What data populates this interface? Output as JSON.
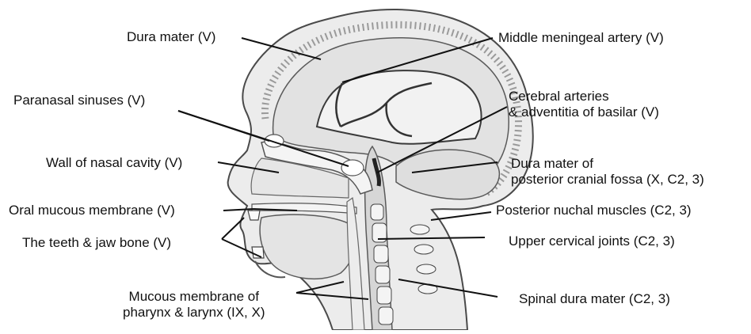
{
  "labels": {
    "dura_mater": "Dura mater (V)",
    "middle_meningeal_artery": "Middle meningeal artery (V)",
    "paranasal_sinuses": "Paranasal sinuses (V)",
    "cerebral_arteries_line1": "Cerebral arteries",
    "cerebral_arteries_line2": "& adventitia of basilar (V)",
    "wall_nasal_cavity": "Wall of nasal cavity (V)",
    "dura_posterior_line1": "Dura mater of",
    "dura_posterior_line2": "posterior cranial fossa (X, C2, 3)",
    "oral_mucous_membrane": "Oral mucous membrane (V)",
    "posterior_nuchal_muscles": "Posterior nuchal muscles (C2, 3)",
    "teeth_jaw_bone": "The teeth & jaw bone (V)",
    "upper_cervical_joints": "Upper cervical joints (C2, 3)",
    "mucous_pharynx_line1": "Mucous membrane of",
    "mucous_pharynx_line2": "pharynx & larynx (IX, X)",
    "spinal_dura_mater": "Spinal dura mater (C2, 3)"
  },
  "colors": {
    "text": "#111111",
    "outline": "#4a4a4a",
    "skin_fill": "#ececec",
    "brain_fill": "#e2e2e2",
    "bone_fill": "#f4f4f4",
    "leader_line": "#111111"
  }
}
